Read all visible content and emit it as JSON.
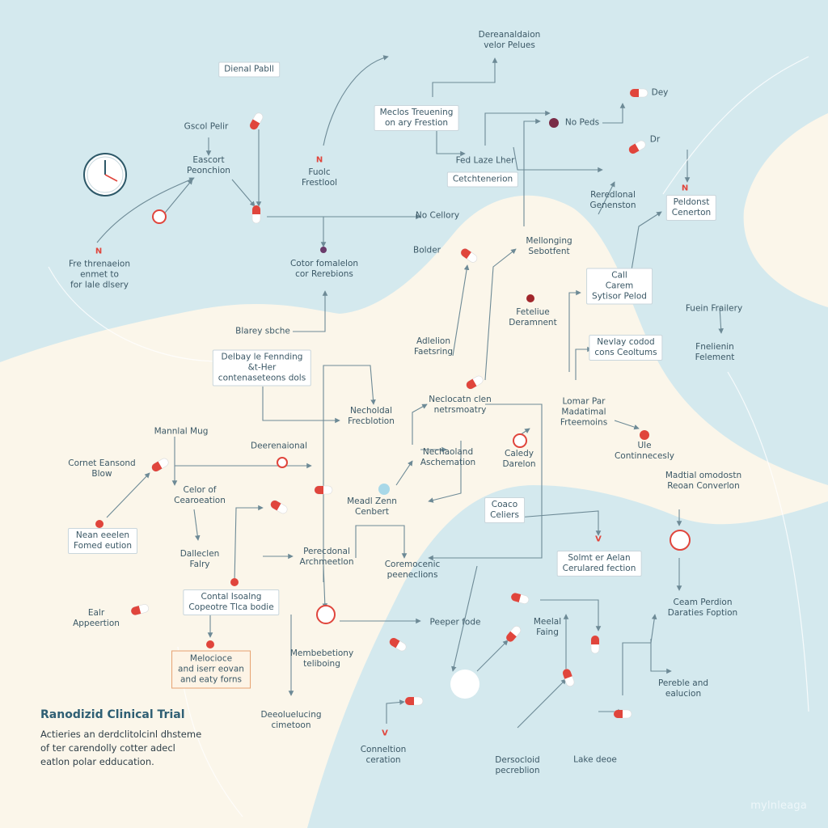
{
  "colors": {
    "sea": "#d4e9ee",
    "land": "#fbf6ea",
    "line": "#6d8a96",
    "accent": "#e0453c",
    "capsule_white": "#ffffff"
  },
  "labels": [
    {
      "id": "n01",
      "text": "Dienal Pabll",
      "style": "boxed"
    },
    {
      "id": "n02",
      "text": "Dereanaldaion\nvelor Pelues",
      "style": "plain"
    },
    {
      "id": "n03",
      "text": "Dey",
      "style": "plain"
    },
    {
      "id": "n04",
      "text": "Meclos Treuening\non ary Frestion",
      "style": "boxed"
    },
    {
      "id": "n05",
      "text": "No Peds",
      "style": "plain"
    },
    {
      "id": "n06",
      "text": "Dr",
      "style": "plain"
    },
    {
      "id": "n07",
      "text": "Gscol Pelir",
      "style": "plain"
    },
    {
      "id": "n08",
      "text": "Eascort\nPeonchion",
      "style": "plain"
    },
    {
      "id": "n09",
      "text": "Fuolc\nFrestlool",
      "style": "plain"
    },
    {
      "id": "n10",
      "text": "Fed Laze Lher",
      "style": "plain"
    },
    {
      "id": "n11",
      "text": "Cetchtenerion",
      "style": "boxed"
    },
    {
      "id": "n12",
      "text": "Reredlonal\nGenenston",
      "style": "plain"
    },
    {
      "id": "n13",
      "text": "Peldonst\nCenerton",
      "style": "boxed"
    },
    {
      "id": "n14",
      "text": "No Cellory",
      "style": "plain"
    },
    {
      "id": "n15",
      "text": "Fre threnaeion\nenmet to\nfor lale dlsery",
      "style": "plain"
    },
    {
      "id": "n16",
      "text": "Cotor fomalelon\ncor Rerebions",
      "style": "plain"
    },
    {
      "id": "n17",
      "text": "Bolder",
      "style": "plain"
    },
    {
      "id": "n18",
      "text": "Mellonging\nSebotfent",
      "style": "plain"
    },
    {
      "id": "n19",
      "text": "Call\nCarem\nSytisor Pelod",
      "style": "boxed"
    },
    {
      "id": "n20",
      "text": "Fuein Frailery",
      "style": "plain"
    },
    {
      "id": "n21",
      "text": "Feteliue\nDeramnent",
      "style": "plain"
    },
    {
      "id": "n22",
      "text": "Fnelienin\nFelement",
      "style": "plain"
    },
    {
      "id": "n23",
      "text": "Blarey sbche",
      "style": "plain"
    },
    {
      "id": "n24",
      "text": "Adlelion\nFaetsring",
      "style": "plain"
    },
    {
      "id": "n25",
      "text": "Nevlay codod\ncons Ceoltums",
      "style": "boxed"
    },
    {
      "id": "n26",
      "text": "Delbay le Fennding\n&t-Her\ncontenaseteons dols",
      "style": "boxed"
    },
    {
      "id": "n27",
      "text": "Necholdal\nFrecblotion",
      "style": "plain"
    },
    {
      "id": "n28",
      "text": "Neclocatn clen\nnetrsmoatry",
      "style": "plain"
    },
    {
      "id": "n29",
      "text": "Lomar Par\nMadatimal\nFrteemoins",
      "style": "plain"
    },
    {
      "id": "n30",
      "text": "Mannlal Mug",
      "style": "plain"
    },
    {
      "id": "n31",
      "text": "Deerenaional",
      "style": "plain"
    },
    {
      "id": "n32",
      "text": "Nechaoland\nAschemation",
      "style": "plain"
    },
    {
      "id": "n33",
      "text": "Caledy\nDarelon",
      "style": "plain"
    },
    {
      "id": "n34",
      "text": "Ule\nContinnecesly",
      "style": "plain"
    },
    {
      "id": "n35",
      "text": "Cornet Eansond\nBlow",
      "style": "plain"
    },
    {
      "id": "n36",
      "text": "Madtial omodostn\nReoan Converlon",
      "style": "plain"
    },
    {
      "id": "n37",
      "text": "Celor of\nCearoeation",
      "style": "plain"
    },
    {
      "id": "n38",
      "text": "Meadl Zenn\nCenbert",
      "style": "plain"
    },
    {
      "id": "n39",
      "text": "Coaco\nCeliers",
      "style": "boxed"
    },
    {
      "id": "n40",
      "text": "Nean eeelen\nFomed eution",
      "style": "boxed"
    },
    {
      "id": "n41",
      "text": "Dalleclen\nFalry",
      "style": "plain"
    },
    {
      "id": "n42",
      "text": "Perecdonal\nArchmeetlon",
      "style": "plain"
    },
    {
      "id": "n43",
      "text": "Coremocenic\npeeneclions",
      "style": "plain"
    },
    {
      "id": "n44",
      "text": "Solmt er Aelan\nCerulared fection",
      "style": "boxed"
    },
    {
      "id": "n45",
      "text": "Contal Isoalng\nCopeotre Tlca bodie",
      "style": "boxed"
    },
    {
      "id": "n46",
      "text": "Ealr\nAppeertion",
      "style": "plain"
    },
    {
      "id": "n47",
      "text": "Ceam Perdion\nDaraties Foption",
      "style": "plain"
    },
    {
      "id": "n48",
      "text": "Peeper fode",
      "style": "plain"
    },
    {
      "id": "n49",
      "text": "Meelal\nFaing",
      "style": "plain"
    },
    {
      "id": "n50",
      "text": "Melocioce\nand iserr eovan\nand eaty forns",
      "style": "orange"
    },
    {
      "id": "n51",
      "text": "Membebetiony\nteliboing",
      "style": "plain"
    },
    {
      "id": "n52",
      "text": "Pereble and\nealucion",
      "style": "plain"
    },
    {
      "id": "n53",
      "text": "Deeoluelucing\ncimetoon",
      "style": "plain"
    },
    {
      "id": "n54",
      "text": "Conneltion\nceration",
      "style": "plain"
    },
    {
      "id": "n55",
      "text": "Dersocloid\npecreblion",
      "style": "plain"
    },
    {
      "id": "n56",
      "text": "Lake deoe",
      "style": "plain"
    },
    {
      "id": "g01",
      "text": "N",
      "style": "glyph"
    },
    {
      "id": "g02",
      "text": "N",
      "style": "glyph"
    },
    {
      "id": "g03",
      "text": "N",
      "style": "glyph"
    },
    {
      "id": "g04",
      "text": "V",
      "style": "glyph"
    },
    {
      "id": "g05",
      "text": "V",
      "style": "glyph"
    }
  ],
  "footer": {
    "title": "Ranodizid Clinical Trial",
    "description": "Actieries an derdclitolcinl\ndhsteme of ter carendolly\ncotter adecl eatlon polar\nedducation.",
    "brand": "mylnleaga"
  }
}
